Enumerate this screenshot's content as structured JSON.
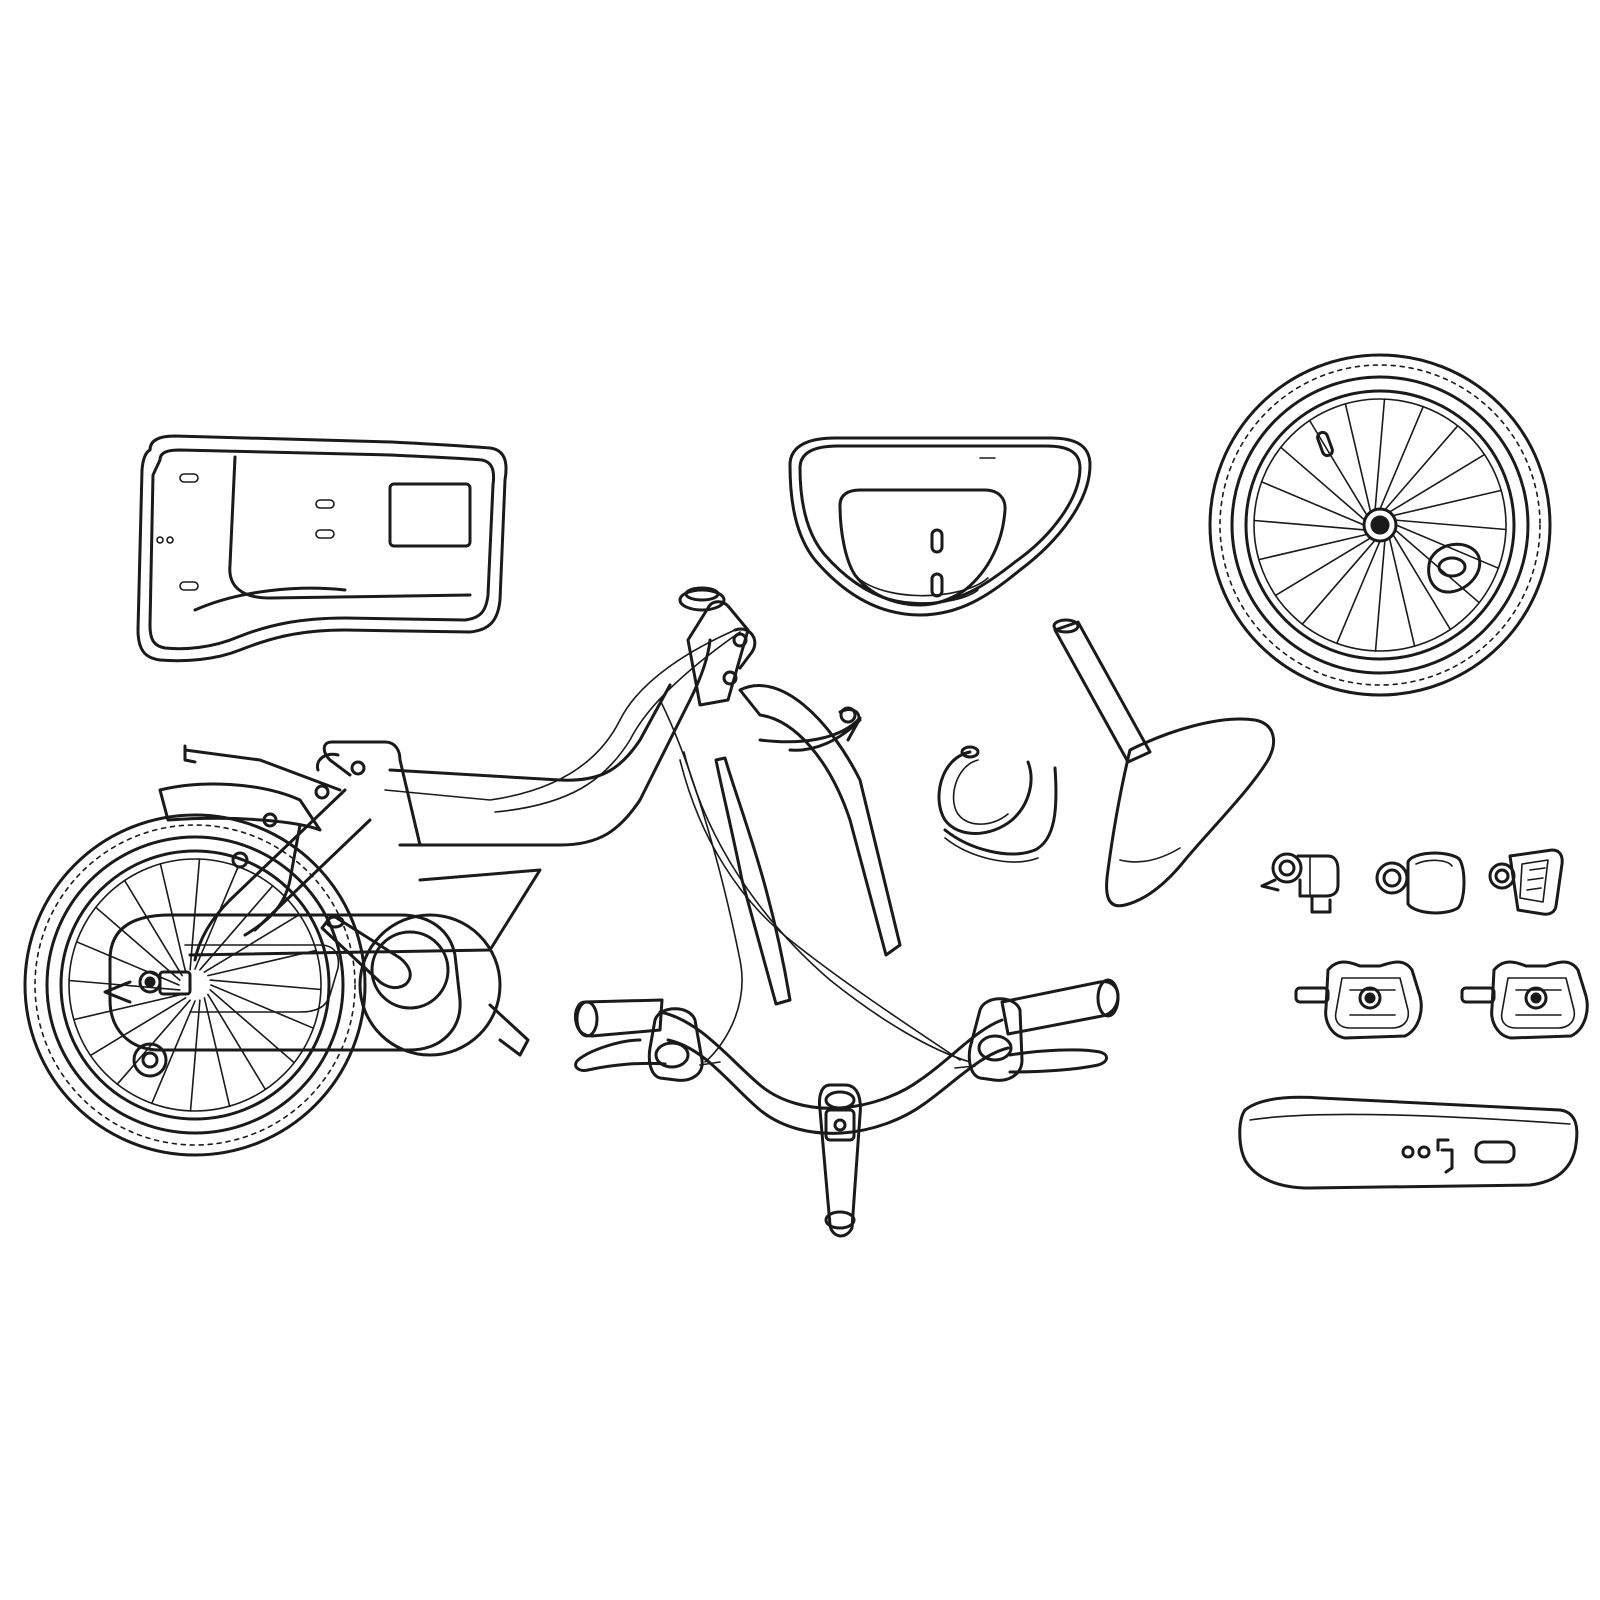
{
  "diagram": {
    "style": "exploded parts line drawing",
    "background_color": "#ffffff",
    "line_color": "#1a1a1a",
    "parts": [
      {
        "id": "chain-guard",
        "icon": "chain-guard-icon"
      },
      {
        "id": "front-basket",
        "icon": "basket-icon"
      },
      {
        "id": "front-wheel",
        "icon": "wheel-icon"
      },
      {
        "id": "bike-frame-with-rear-wheel",
        "icon": "bicycle-frame-icon"
      },
      {
        "id": "brake-cable-pieces",
        "icon": "cable-icon"
      },
      {
        "id": "seat-and-seatpost",
        "icon": "saddle-icon"
      },
      {
        "id": "bell",
        "icon": "bell-icon"
      },
      {
        "id": "front-light",
        "icon": "lamp-icon"
      },
      {
        "id": "rear-reflector",
        "icon": "reflector-icon"
      },
      {
        "id": "pedal-left",
        "icon": "pedal-icon"
      },
      {
        "id": "pedal-right",
        "icon": "pedal-icon"
      },
      {
        "id": "handlebar",
        "icon": "handlebar-icon"
      },
      {
        "id": "rear-fender",
        "icon": "fender-icon"
      }
    ]
  }
}
